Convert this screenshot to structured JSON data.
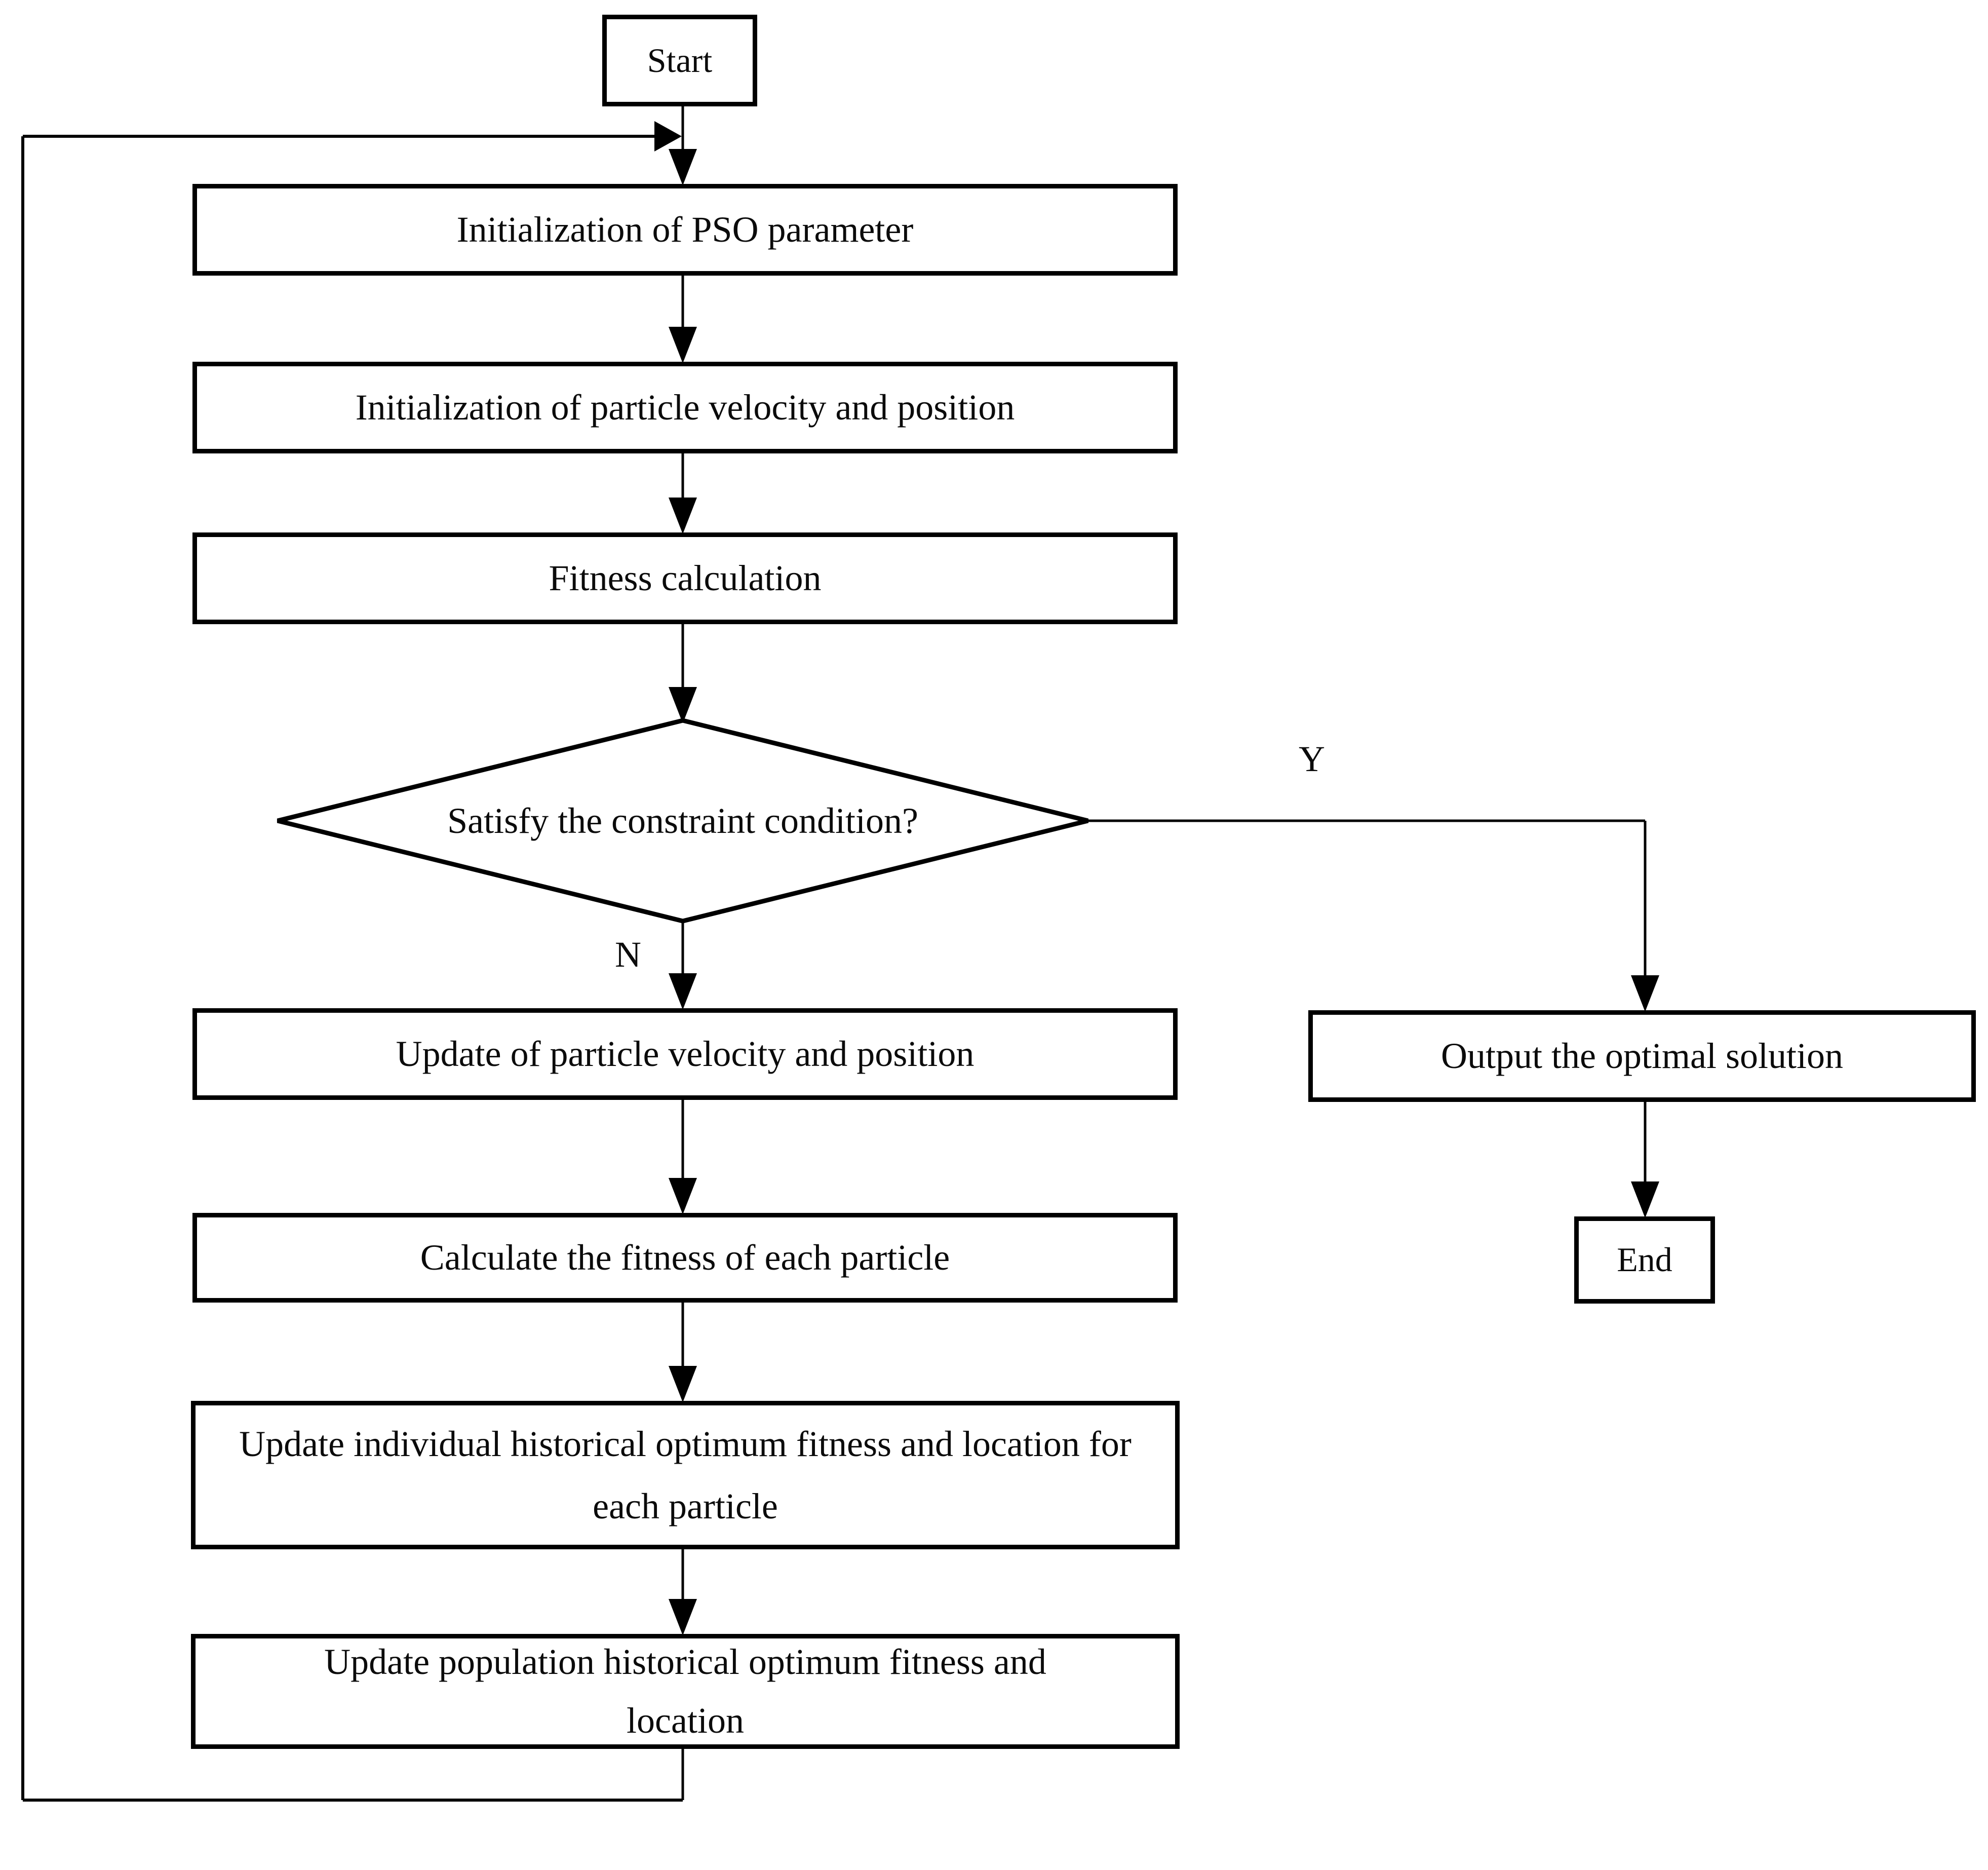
{
  "flowchart": {
    "nodes": {
      "start": {
        "label": "Start"
      },
      "init_pso": {
        "label": "Initialization of PSO parameter"
      },
      "init_particle": {
        "label": "Initialization of particle velocity and position"
      },
      "fitness_calculation": {
        "label": "Fitness calculation"
      },
      "constraint_decision": {
        "label": "Satisfy the constraint condition?"
      },
      "update_particle": {
        "label": "Update of particle velocity and position"
      },
      "calc_fitness": {
        "label": "Calculate the fitness of each particle"
      },
      "update_individual": {
        "label": "Update individual historical optimum fitness and location for each particle"
      },
      "update_population": {
        "label": "Update population historical optimum fitness and location"
      },
      "output_solution": {
        "label": "Output the optimal solution"
      },
      "end": {
        "label": "End"
      }
    },
    "edge_labels": {
      "yes": "Y",
      "no": "N"
    },
    "colors": {
      "stroke": "#000000",
      "background": "#ffffff"
    }
  }
}
